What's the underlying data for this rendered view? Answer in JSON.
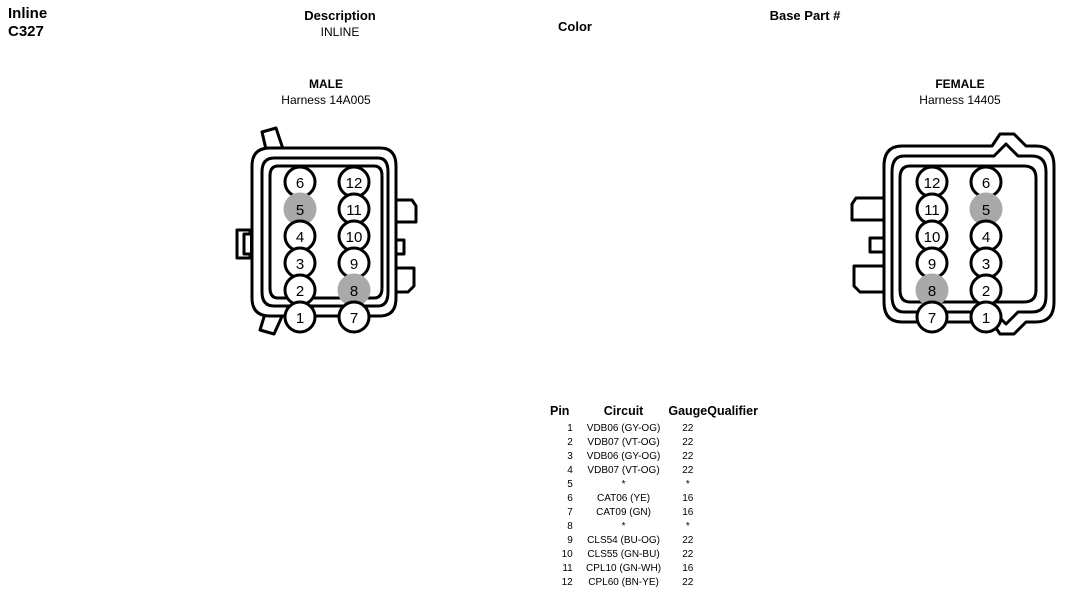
{
  "header": {
    "connector_type_label": "Inline",
    "connector_id": "C327",
    "description_label": "Description",
    "description_value": "INLINE",
    "color_label": "Color",
    "color_value": "",
    "base_part_label": "Base Part #",
    "base_part_value": ""
  },
  "connectors": [
    {
      "gender": "MALE",
      "harness": "Harness  14A005",
      "columns": [
        {
          "pins": [
            "6",
            "5",
            "4",
            "3",
            "2",
            "1"
          ]
        },
        {
          "pins": [
            "12",
            "11",
            "10",
            "9",
            "8",
            "7"
          ]
        }
      ],
      "highlighted_pins": [
        "5",
        "8"
      ]
    },
    {
      "gender": "FEMALE",
      "harness": "Harness  14405",
      "columns": [
        {
          "pins": [
            "12",
            "11",
            "10",
            "9",
            "8",
            "7"
          ]
        },
        {
          "pins": [
            "6",
            "5",
            "4",
            "3",
            "2",
            "1"
          ]
        }
      ],
      "highlighted_pins": [
        "5",
        "8"
      ]
    }
  ],
  "pin_table": {
    "headers": [
      "Pin",
      "Circuit",
      "Gauge",
      "Qualifier"
    ],
    "rows": [
      {
        "pin": "1",
        "circuit": "VDB06 (GY-OG)",
        "gauge": "22",
        "qualifier": ""
      },
      {
        "pin": "2",
        "circuit": "VDB07 (VT-OG)",
        "gauge": "22",
        "qualifier": ""
      },
      {
        "pin": "3",
        "circuit": "VDB06 (GY-OG)",
        "gauge": "22",
        "qualifier": ""
      },
      {
        "pin": "4",
        "circuit": "VDB07 (VT-OG)",
        "gauge": "22",
        "qualifier": ""
      },
      {
        "pin": "5",
        "circuit": "*",
        "gauge": "*",
        "qualifier": ""
      },
      {
        "pin": "6",
        "circuit": "CAT06 (YE)",
        "gauge": "16",
        "qualifier": ""
      },
      {
        "pin": "7",
        "circuit": "CAT09 (GN)",
        "gauge": "16",
        "qualifier": ""
      },
      {
        "pin": "8",
        "circuit": "*",
        "gauge": "*",
        "qualifier": ""
      },
      {
        "pin": "9",
        "circuit": "CLS54 (BU-OG)",
        "gauge": "22",
        "qualifier": ""
      },
      {
        "pin": "10",
        "circuit": "CLS55 (GN-BU)",
        "gauge": "22",
        "qualifier": ""
      },
      {
        "pin": "11",
        "circuit": "CPL10 (GN-WH)",
        "gauge": "16",
        "qualifier": ""
      },
      {
        "pin": "12",
        "circuit": "CPL60 (BN-YE)",
        "gauge": "22",
        "qualifier": ""
      }
    ]
  },
  "colors": {
    "background": "#ffffff",
    "line": "#000000",
    "pin_fill": "#ffffff",
    "pin_highlight_fill": "#a9a9a9",
    "text": "#000000"
  }
}
